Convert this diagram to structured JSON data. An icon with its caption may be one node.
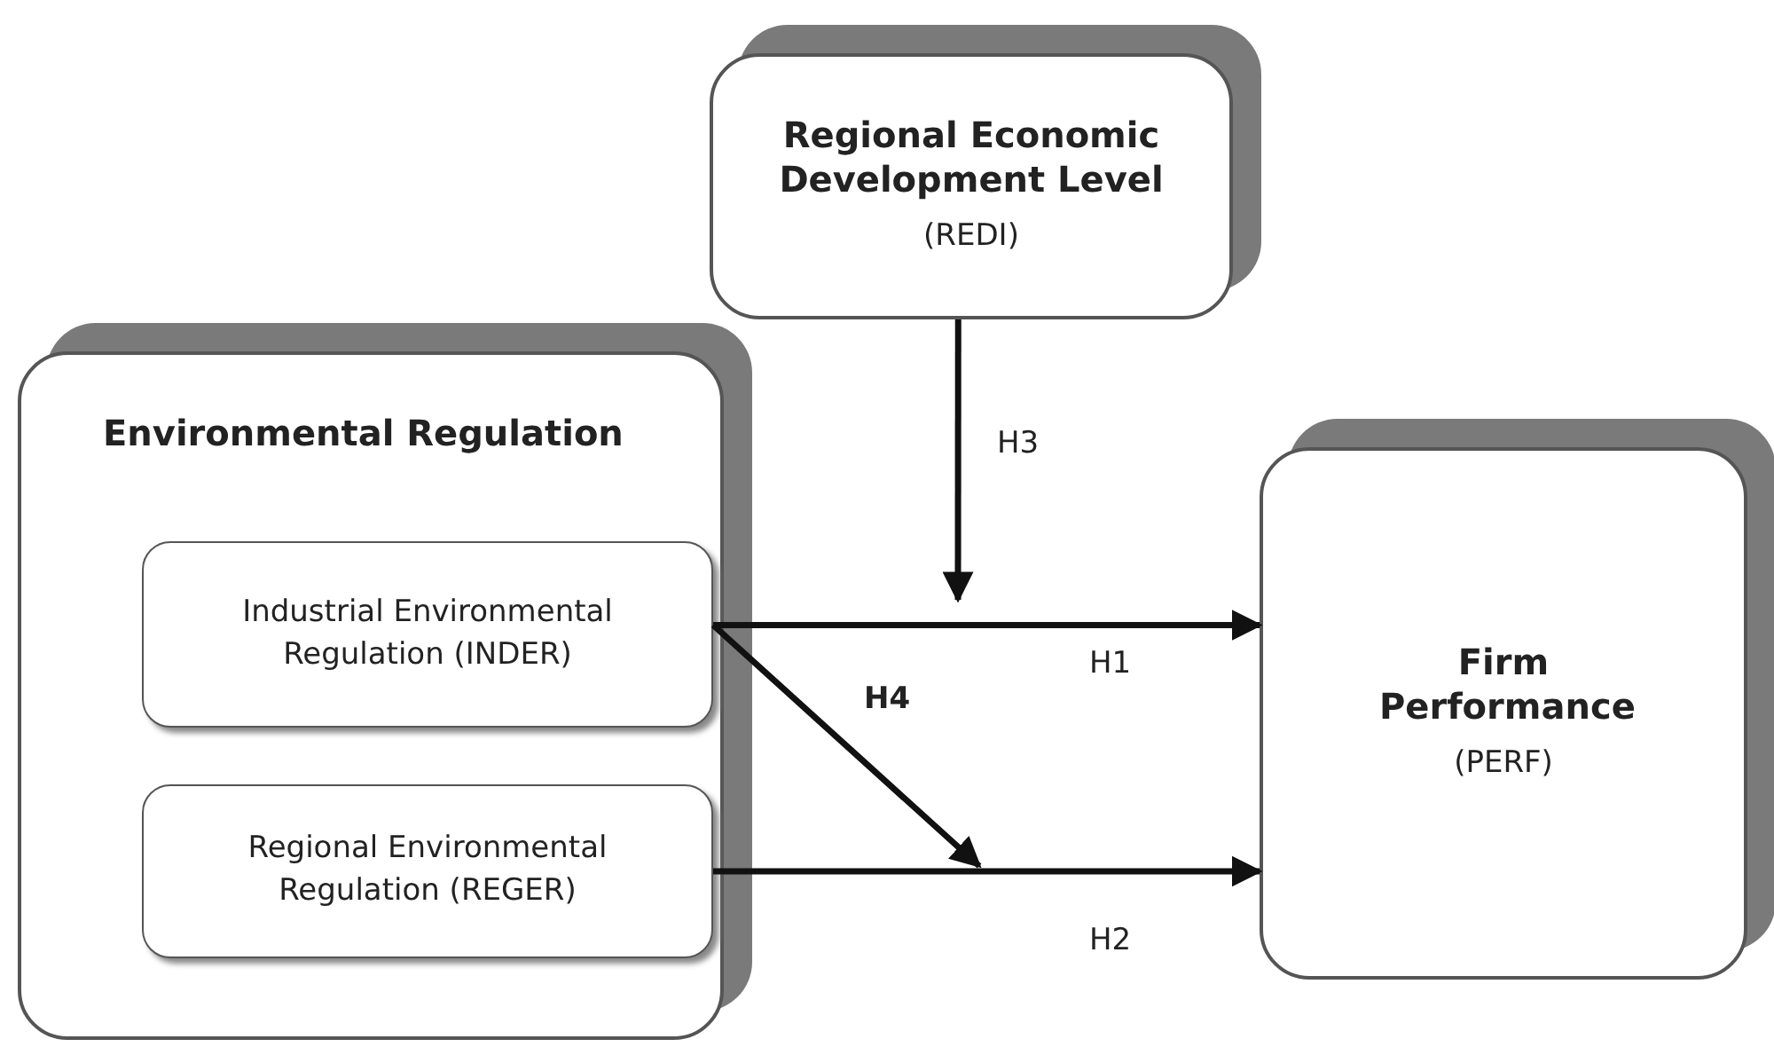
{
  "diagram": {
    "nodes": [
      {
        "text": [
          "Regional Economic Development Level",
          "(REDI)"
        ]
      },
      {
        "text": [
          "Environmental Regulation"
        ]
      },
      {
        "text": [
          "Industrial Environmental Regulation (INDER)"
        ],
        "in": 1
      },
      {
        "text": [
          "Regional Environmental Regulation (REGER)"
        ],
        "in": 1
      },
      {
        "text": [
          "Firm Performance",
          "(PERF)"
        ]
      }
    ],
    "edges": [
      {
        "from": 2,
        "to": 4,
        "arrow": "to",
        "label": "H1"
      },
      {
        "from": 3,
        "to": 4,
        "arrow": "to",
        "label": "H2"
      },
      {
        "from": 0,
        "to": null,
        "arrow": "to",
        "label": "H3"
      },
      {
        "from": 2,
        "to": null,
        "arrow": "to",
        "label": "H4"
      }
    ]
  }
}
